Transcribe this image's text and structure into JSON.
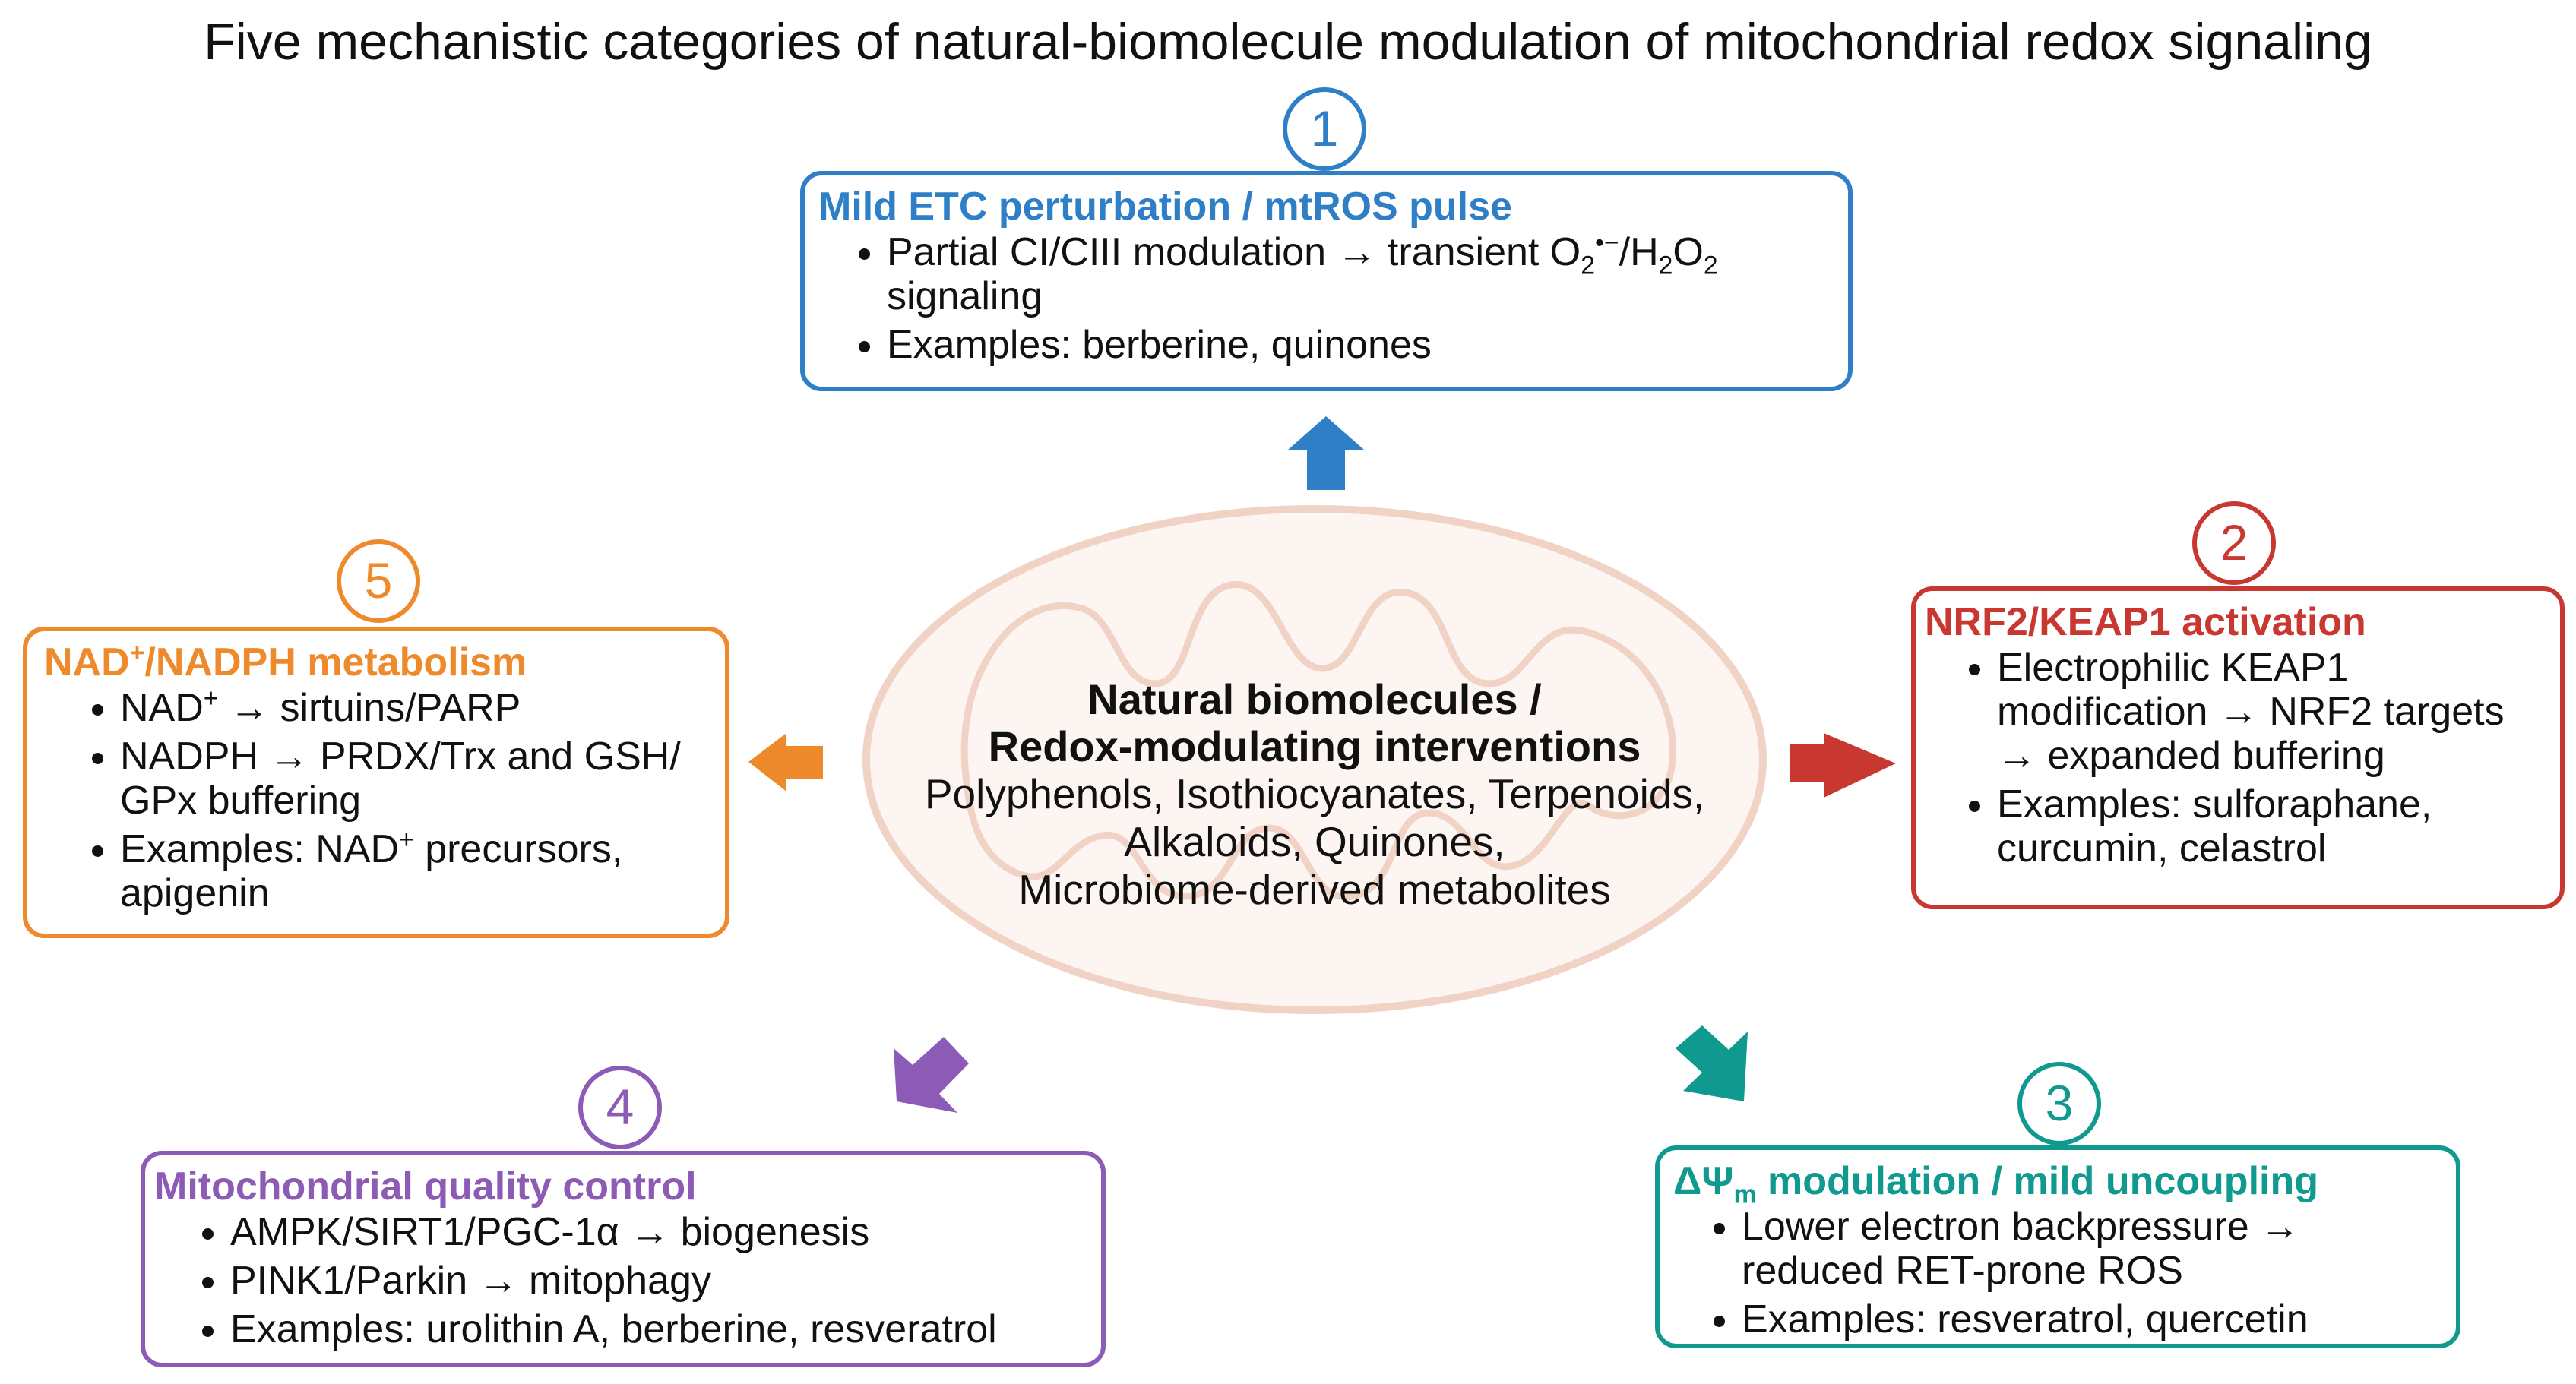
{
  "title": "Five mechanistic categories of natural-biomolecule modulation of mitochondrial redox signaling",
  "colors": {
    "blue": "#2e7fc6",
    "red": "#c93731",
    "teal": "#109a8f",
    "purple": "#8c5bb6",
    "orange": "#ee8a2c",
    "mito": "#f1d3c6"
  },
  "center": {
    "heading_line1": "Natural biomolecules /",
    "heading_line2": "Redox-modulating interventions",
    "line1": "Polyphenols, Isothiocyanates, Terpenoids,",
    "line2": "Alkaloids, Quinones,",
    "line3": "Microbiome-derived metabolites"
  },
  "boxes": {
    "b1": {
      "number": "1",
      "title": "Mild ETC perturbation / mtROS pulse",
      "bullet1_line1": "Partial CI/CIII modulation → transient O",
      "bullet1_line2": "signaling",
      "bullet2": "Examples: berberine, quinones"
    },
    "b2": {
      "number": "2",
      "title": "NRF2/KEAP1 activation",
      "bullet1_line1": "Electrophilic KEAP1",
      "bullet1_line2": "modification → NRF2 targets",
      "bullet1_line3": "→ expanded buffering",
      "bullet2_line1": "Examples: sulforaphane,",
      "bullet2_line2": "curcumin, celastrol"
    },
    "b3": {
      "number": "3",
      "title_prefix": "ΔΨ",
      "title_sub": "m",
      "title_rest": " modulation / mild uncoupling",
      "bullet1_line1": "Lower electron backpressure →",
      "bullet1_line2": "reduced RET-prone ROS",
      "bullet2": "Examples: resveratrol, quercetin"
    },
    "b4": {
      "number": "4",
      "title": "Mitochondrial quality control",
      "bullet1": "AMPK/SIRT1/PGC-1α → biogenesis",
      "bullet2": "PINK1/Parkin → mitophagy",
      "bullet3": "Examples: urolithin A, berberine, resveratrol"
    },
    "b5": {
      "number": "5",
      "title_a": "NAD",
      "title_b": "/NADPH metabolism",
      "bullet1_a": "NAD",
      "bullet1_b": " → sirtuins/PARP",
      "bullet2_line1": "NADPH → PRDX/Trx and GSH/",
      "bullet2_line2": "GPx buffering",
      "bullet3_a": "Examples: NAD",
      "bullet3_b": " precursors,",
      "bullet3_line2": "apigenin"
    }
  }
}
